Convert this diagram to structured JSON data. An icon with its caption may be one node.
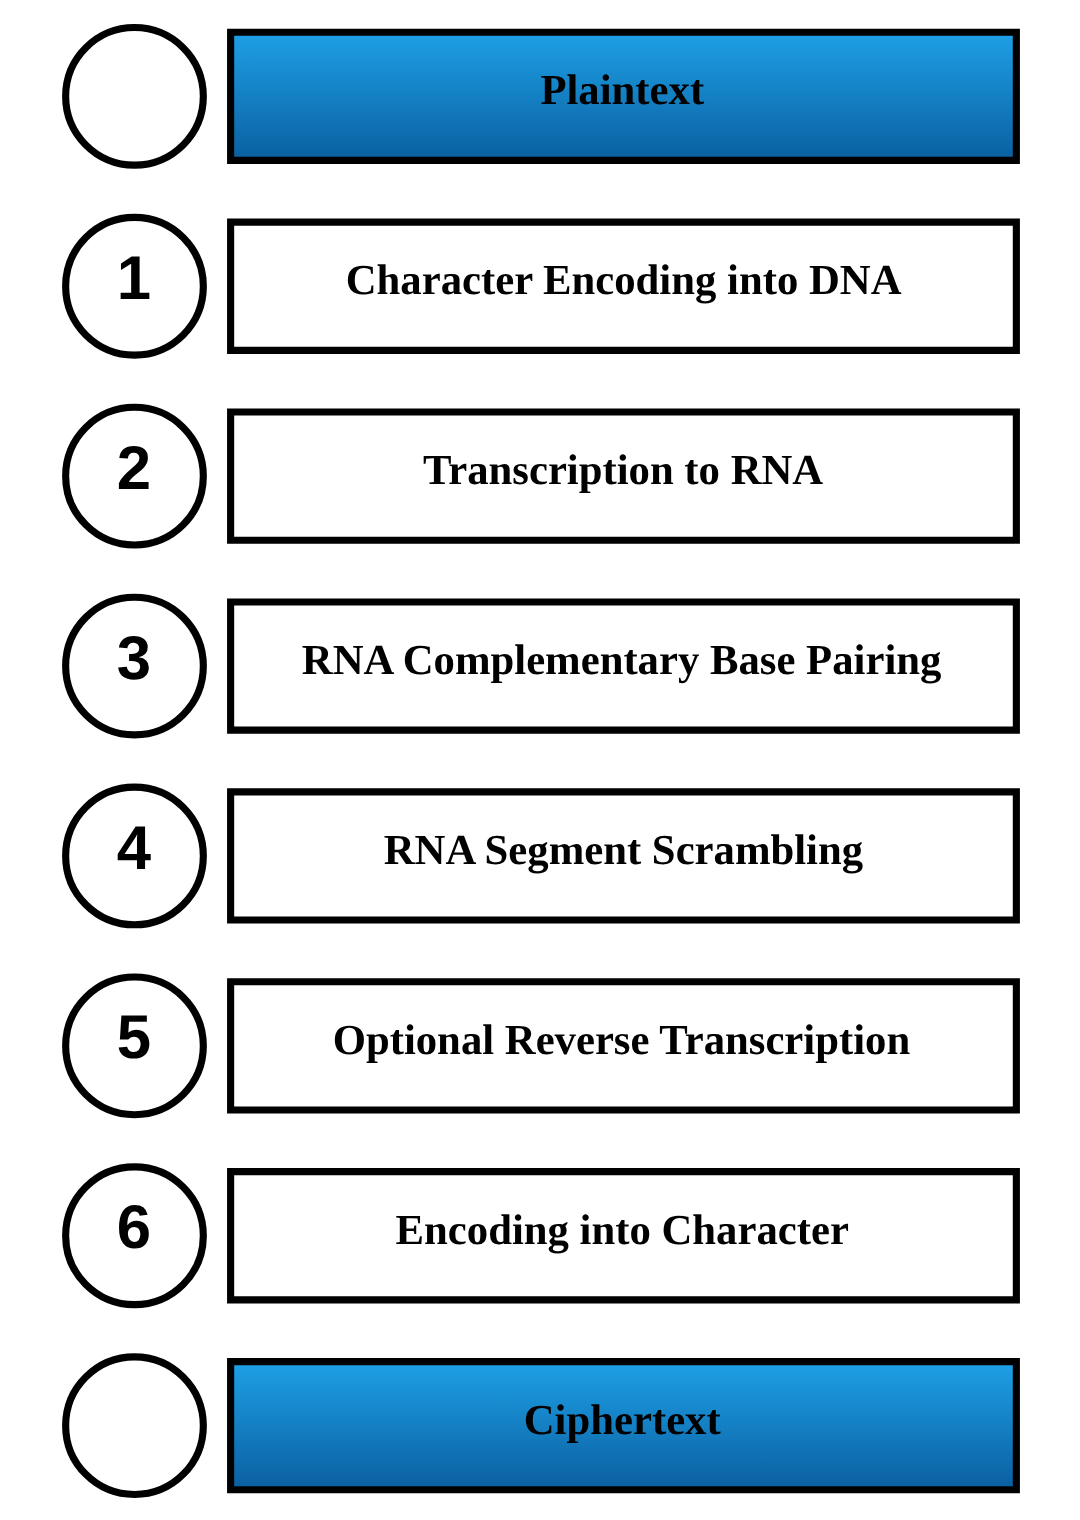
{
  "diagram": {
    "nodes": [
      {
        "text": [],
        "shape": "circle"
      },
      {
        "text": [
          "Plaintext"
        ]
      },
      {
        "text": [
          "1"
        ]
      },
      {
        "text": [
          "Character Encoding into DNA"
        ]
      },
      {
        "text": [
          "2"
        ]
      },
      {
        "text": [
          "Transcription to RNA"
        ]
      },
      {
        "text": [
          "3"
        ]
      },
      {
        "text": [
          "RNA Complementary Base Pairing"
        ]
      },
      {
        "text": [
          "4"
        ]
      },
      {
        "text": [
          "RNA Segment Scrambling"
        ]
      },
      {
        "text": [
          "5"
        ]
      },
      {
        "text": [
          "Optional Reverse Transcription"
        ]
      },
      {
        "text": [
          "6"
        ]
      },
      {
        "text": [
          "Encoding into Character"
        ]
      },
      {
        "text": [],
        "shape": "circle"
      },
      {
        "text": [
          "Ciphertext"
        ]
      }
    ]
  }
}
